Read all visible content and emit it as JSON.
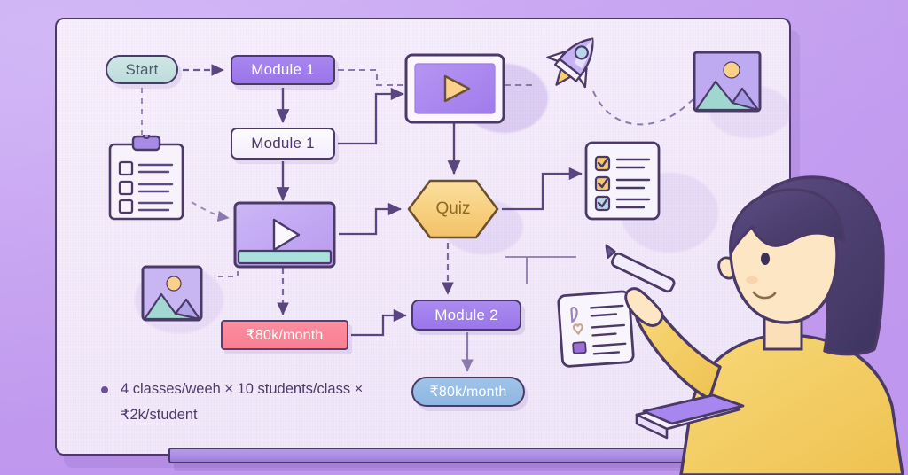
{
  "scene": {
    "title": "Whiteboard course flowchart illustration",
    "background_color": "#c6a2f1",
    "board_color": "#f3ebfa",
    "outline_color": "#4b3a68"
  },
  "flow": {
    "nodes": [
      {
        "id": "start",
        "label": "Start",
        "shape": "pill",
        "fill": "#c3e0df",
        "text_color": "#4b5c6b"
      },
      {
        "id": "module1a",
        "label": "Module 1",
        "shape": "rect",
        "fill": "#9f7cec",
        "text_color": "#ffffff"
      },
      {
        "id": "module1b",
        "label": "Module 1",
        "shape": "rect",
        "fill": "#f8f2fd",
        "text_color": "#4b3a68"
      },
      {
        "id": "quiz",
        "label": "Quiz",
        "shape": "hexagon",
        "fill": "#f7cf7e",
        "text_color": "#8a6a24"
      },
      {
        "id": "module2",
        "label": "Module 2",
        "shape": "rect",
        "fill": "#a382ef",
        "text_color": "#ffffff"
      },
      {
        "id": "price_pink",
        "label": "₹80k/month",
        "shape": "rect",
        "fill": "#fa8698",
        "text_color": "#ffffff"
      },
      {
        "id": "price_blue",
        "label": "₹80k/month",
        "shape": "pill",
        "fill": "#97bde5",
        "text_color": "#ffffff"
      }
    ]
  },
  "notes": {
    "bullet_line_1": "4 classes/weeh × 10 students/class ×",
    "bullet_line_2": "₹2k/student"
  },
  "icons": {
    "clipboard": "clipboard-icon",
    "video_left": "video-player-icon",
    "video_top": "video-player-icon",
    "image_left": "image-placeholder-icon",
    "image_top_right": "image-placeholder-icon",
    "rocket": "rocket-icon",
    "checklist": "checklist-card-icon",
    "note_card": "note-card-icon",
    "notebook": "notebook-icon",
    "marker": "marker-pen-icon"
  },
  "figure": {
    "name": "woman-at-whiteboard",
    "hair_color": "#4a3d6e",
    "sweater_color": "#f5cf62",
    "skin_color": "#fde6c3"
  },
  "palette": {
    "purple_dark": "#4b3a68",
    "purple_node": "#9f7cec",
    "teal": "#c3e0df",
    "amber": "#f7cf7e",
    "pink": "#fa8698",
    "blue": "#97bde5"
  }
}
